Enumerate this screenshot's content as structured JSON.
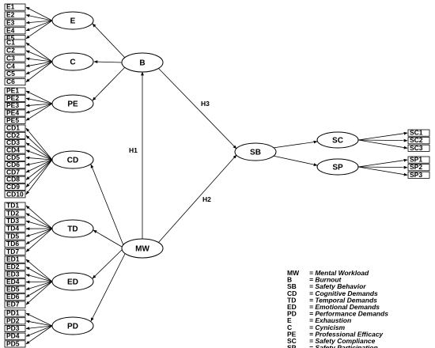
{
  "constructs": [
    {
      "id": "E",
      "label": "E",
      "indicators": [
        "E1",
        "E2",
        "E3",
        "E4",
        "E5"
      ]
    },
    {
      "id": "C",
      "label": "C",
      "indicators": [
        "C1",
        "C2",
        "C3",
        "C4",
        "C5",
        "C6"
      ]
    },
    {
      "id": "PE",
      "label": "PE",
      "indicators": [
        "PE1",
        "PE2",
        "PE3",
        "PE4",
        "PE5"
      ]
    },
    {
      "id": "CD",
      "label": "CD",
      "indicators": [
        "CD1",
        "CD2",
        "CD3",
        "CD4",
        "CD5",
        "CD6",
        "CD7",
        "CD8",
        "CD9",
        "CD10"
      ]
    },
    {
      "id": "TD",
      "label": "TD",
      "indicators": [
        "TD1",
        "TD2",
        "TD3",
        "TD4",
        "TD5",
        "TD6",
        "TD7"
      ]
    },
    {
      "id": "ED",
      "label": "ED",
      "indicators": [
        "ED1",
        "ED2",
        "ED3",
        "ED4",
        "ED5",
        "ED6",
        "ED7"
      ]
    },
    {
      "id": "PD",
      "label": "PD",
      "indicators": [
        "PD1",
        "PD2",
        "PD3",
        "PD4",
        "PD5"
      ]
    }
  ],
  "core": {
    "B": "B",
    "MW": "MW",
    "SB": "SB",
    "SC": "SC",
    "SP": "SP"
  },
  "outcomes": {
    "SC": [
      "SC1",
      "SC2",
      "SC3"
    ],
    "SP": [
      "SP1",
      "SP2",
      "SP3"
    ]
  },
  "hypotheses": {
    "H1": "H1",
    "H2": "H2",
    "H3": "H3"
  },
  "legend": [
    {
      "abbr": "MW",
      "def": "= Mental Workload"
    },
    {
      "abbr": "B",
      "def": "= Burnout"
    },
    {
      "abbr": "SB",
      "def": "= Safety Behavior"
    },
    {
      "abbr": "CD",
      "def": "= Cognitive Demands"
    },
    {
      "abbr": "TD",
      "def": "= Temporal Demands"
    },
    {
      "abbr": "ED",
      "def": "= Emotional Demands"
    },
    {
      "abbr": "PD",
      "def": "= Performance Demands"
    },
    {
      "abbr": "E",
      "def": "= Exhaustion"
    },
    {
      "abbr": "C",
      "def": "= Cynicism"
    },
    {
      "abbr": "PE",
      "def": "= Professional Efficacy"
    },
    {
      "abbr": "SC",
      "def": "= Safety Compliance"
    },
    {
      "abbr": "SP",
      "def": "= Safety Participation"
    }
  ]
}
